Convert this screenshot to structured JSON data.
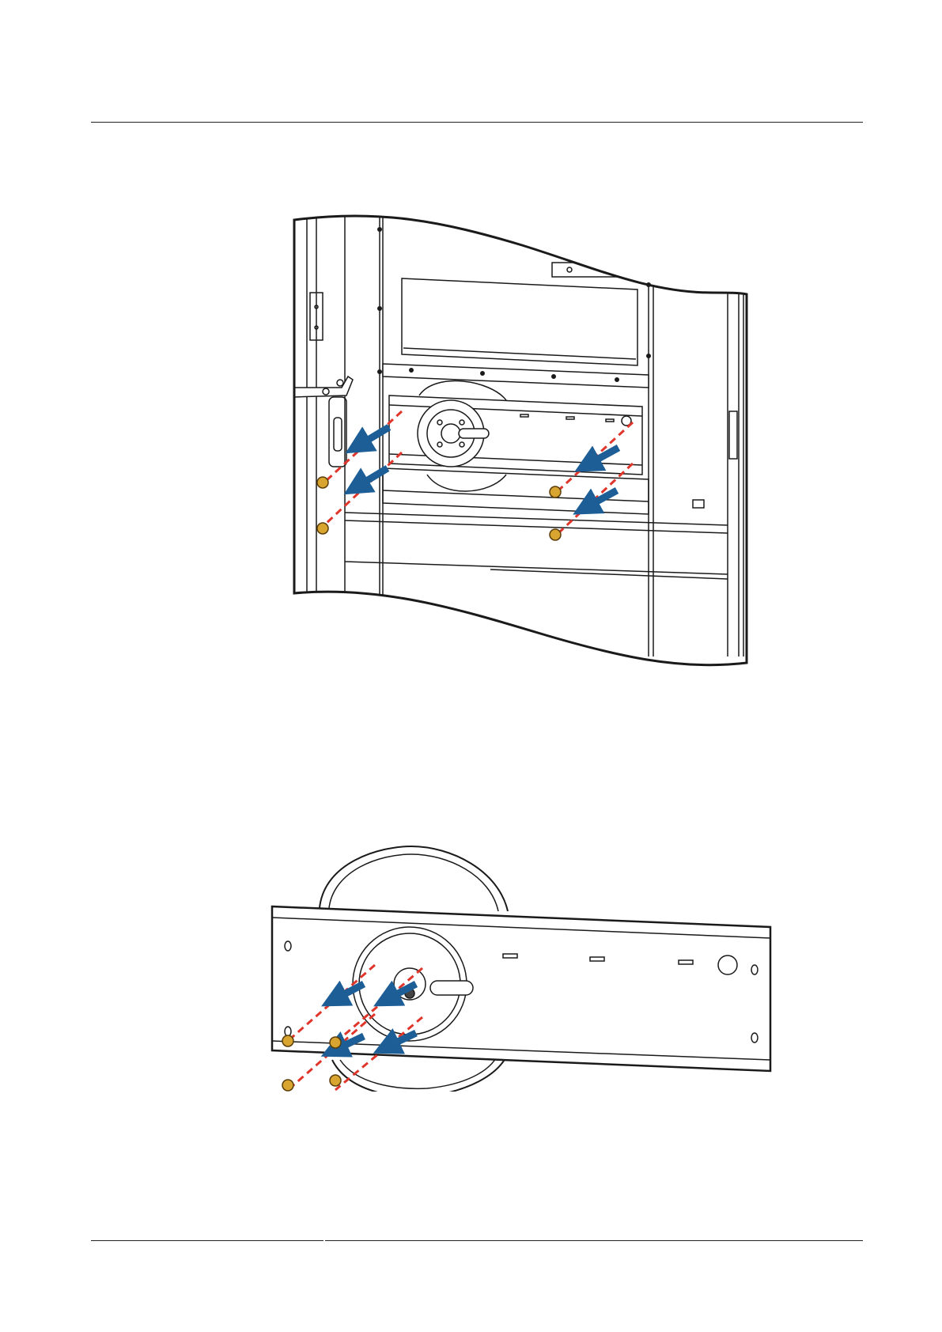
{
  "page": {
    "header_rule": true,
    "footer_rule": true
  },
  "figures": [
    {
      "name": "cabinet-baffle-removal",
      "icon": "cabinet-fan-bracket-screws-illustration"
    },
    {
      "name": "fan-bracket-screw-removal",
      "icon": "fan-bracket-screws-illustration"
    }
  ],
  "colors": {
    "line": "#1a1a1a",
    "arrow": "#1d5e96",
    "dashed_guide": "#e0352b",
    "screw": "#d9a531"
  }
}
